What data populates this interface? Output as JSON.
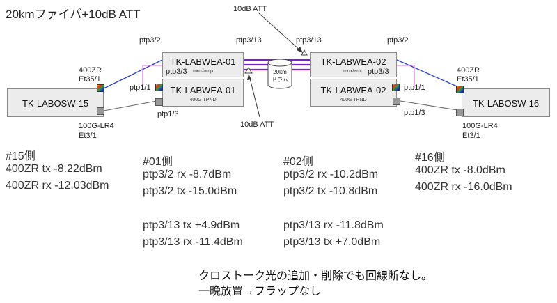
{
  "title": "20kmファイバ+10dB ATT",
  "att_top_label": "10dB ATT",
  "att_bottom_label": "10dB ATT",
  "drum": {
    "line1": "20km",
    "line2": "ドラム"
  },
  "devices": {
    "sw15": {
      "name": "TK-LABOSW-15"
    },
    "wea01_mux": {
      "name": "TK-LABWEA-01",
      "sub": "mux/amp"
    },
    "wea01_tpnd": {
      "name": "TK-LABWEA-01",
      "sub": "400G TPND"
    },
    "wea02_mux": {
      "name": "TK-LABWEA-02",
      "sub": "mux/amp"
    },
    "wea02_tpnd": {
      "name": "TK-LABWEA-02",
      "sub": "400G TPND"
    },
    "sw16": {
      "name": "TK-LABOSW-16"
    }
  },
  "ports": {
    "left_ptp3_2": "ptp3/2",
    "left_ptp3_13": "ptp3/13",
    "left_ptp3_3": "ptp3/3",
    "left_ptp1_1": "ptp1/1",
    "left_ptp1_3": "ptp1/3",
    "left_400zr": "400ZR",
    "left_et35": "Et35/1",
    "left_lr4": "100G-LR4",
    "left_et3": "Et3/1",
    "right_ptp3_13": "ptp3/13",
    "right_ptp3_2": "ptp3/2",
    "right_ptp3_3": "ptp3/3",
    "right_ptp1_1": "ptp1/1",
    "right_ptp1_3": "ptp1/3",
    "right_400zr": "400ZR",
    "right_et35": "Et35/1",
    "right_lr4": "100G-LR4",
    "right_et3": "Et3/1"
  },
  "measurements": {
    "col15": [
      "#15側",
      "400ZR tx -8.22dBm",
      "400ZR rx -12.03dBm"
    ],
    "col01": [
      "#01側",
      "ptp3/2 rx -8.7dBm",
      "ptp3/2 tx -15.0dBm",
      "ptp3/13 tx +4.9dBm",
      "ptp3/13 rx -11.4dBm"
    ],
    "col02": [
      "#02側",
      "ptp3/2 rx -10.2dBm",
      "ptp3/2 tx -10.8dBm",
      "ptp3/13 rx -11.8dBm",
      "ptp3/13 tx +7.0dBm"
    ],
    "col16": [
      "#16側",
      "400ZR tx -8.0dBm",
      "400ZR rx -16.0dBm"
    ]
  },
  "notes": {
    "line1": "クロストーク光の追加・削除でも回線断なし。",
    "line2": "一晩放置→フラップなし"
  },
  "colors": {
    "purple": "#7a1fd6",
    "pink": "#e070e0",
    "blue": "#2a3fd8",
    "gray": "#555555"
  }
}
